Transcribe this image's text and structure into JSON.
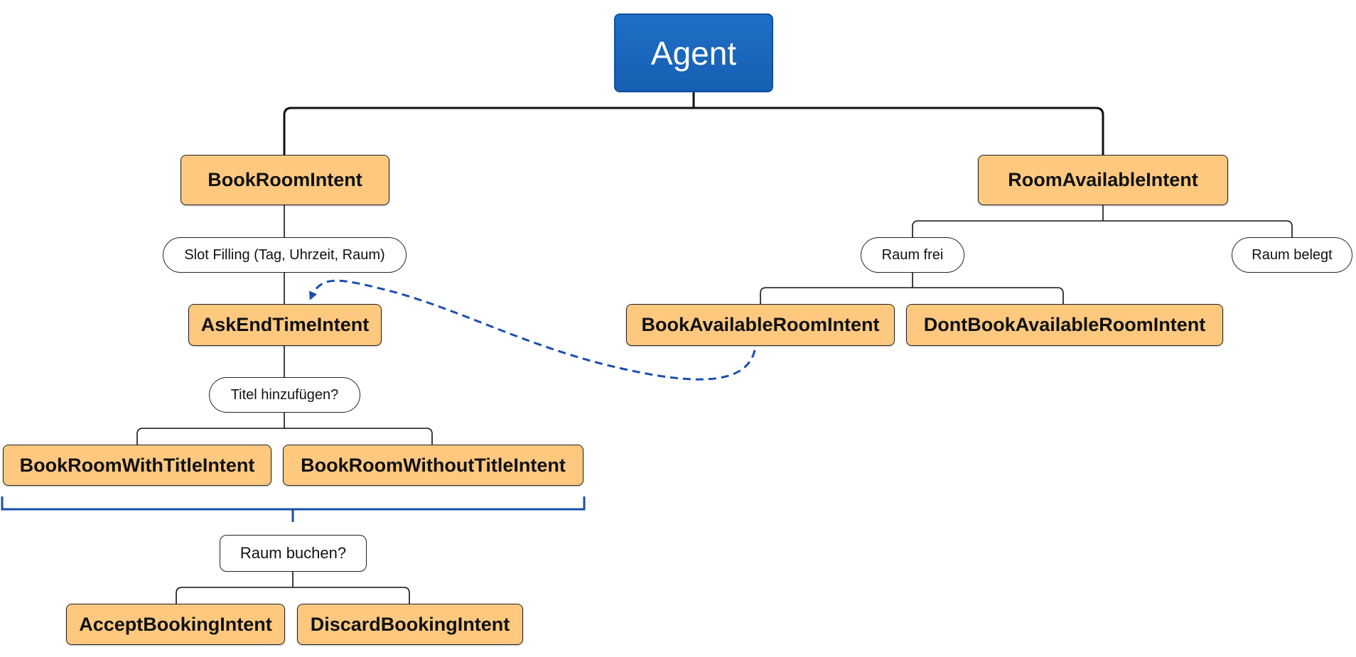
{
  "colors": {
    "intent_fill": "#fec97f",
    "agent_fill": "#1a66bd",
    "connector": "#111111",
    "accent_blue": "#1a4fae"
  },
  "root": {
    "label": "Agent"
  },
  "intents": {
    "book_room": "BookRoomIntent",
    "room_available": "RoomAvailableIntent",
    "ask_end_time": "AskEndTimeIntent",
    "book_with_title": "BookRoomWithTitleIntent",
    "book_without_title": "BookRoomWithoutTitleIntent",
    "book_available_room": "BookAvailableRoomIntent",
    "dont_book_available_room": "DontBookAvailableRoomIntent",
    "accept_booking": "AcceptBookingIntent",
    "discard_booking": "DiscardBookingIntent"
  },
  "conditions": {
    "slot_filling": "Slot Filling (Tag, Uhrzeit, Raum)",
    "titel_hinzufuegen": "Titel hinzufügen?",
    "raum_frei": "Raum frei",
    "raum_belegt": "Raum belegt",
    "raum_buchen": "Raum buchen?"
  }
}
